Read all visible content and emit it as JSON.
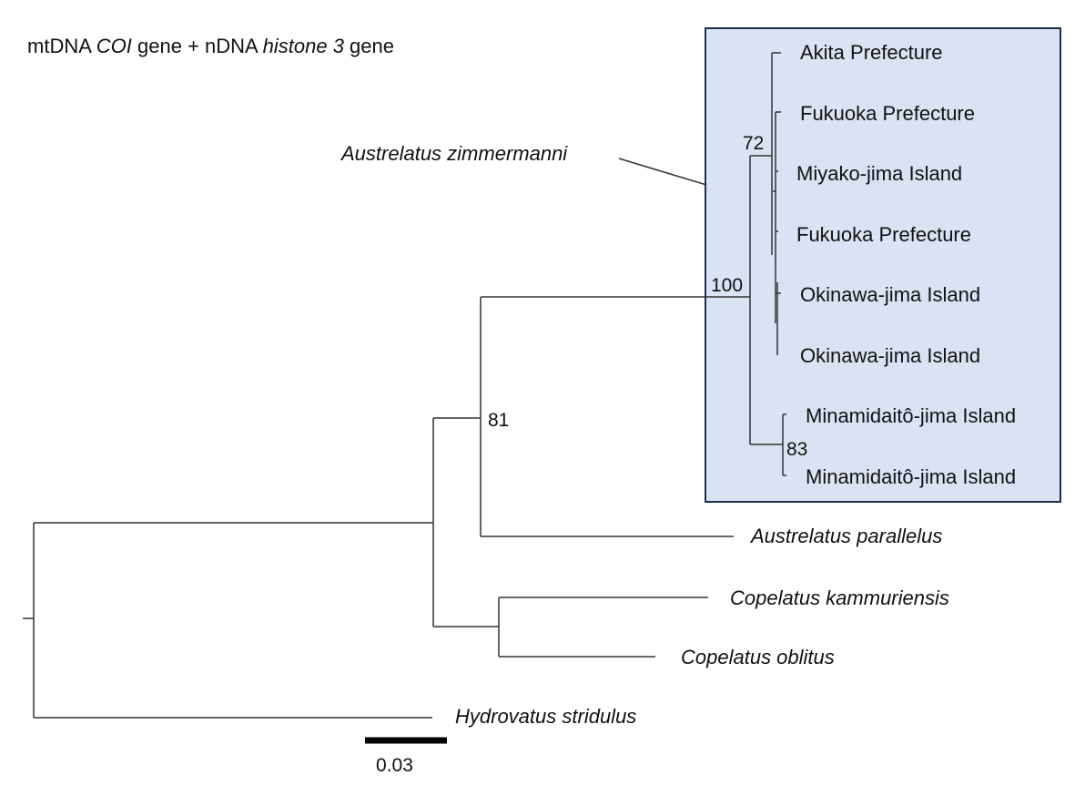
{
  "figure": {
    "title_parts": {
      "p1": "mtDNA ",
      "p2": "COI",
      "p3": " gene + nDNA ",
      "p4": "histone 3",
      "p5": " gene"
    },
    "highlight_fill": "#dae3f3",
    "highlight_border": "#1f2f4f",
    "line_color": "#333333",
    "clade_label": "Austrelatus zimmermanni",
    "taxa": [
      "Akita Prefecture",
      "Fukuoka Prefecture",
      "Miyako-jima Island",
      "Fukuoka Prefecture",
      "Okinawa-jima Island",
      "Okinawa-jima Island",
      "Minamidaitô-jima Island",
      "Minamidaitô-jima Island"
    ],
    "outgroups": [
      "Austrelatus parallelus",
      "Copelatus kammuriensis",
      "Copelatus oblitus",
      "Hydrovatus stridulus"
    ],
    "support_values": [
      "72",
      "100",
      "81",
      "83"
    ],
    "scale_bar": "0.03"
  }
}
